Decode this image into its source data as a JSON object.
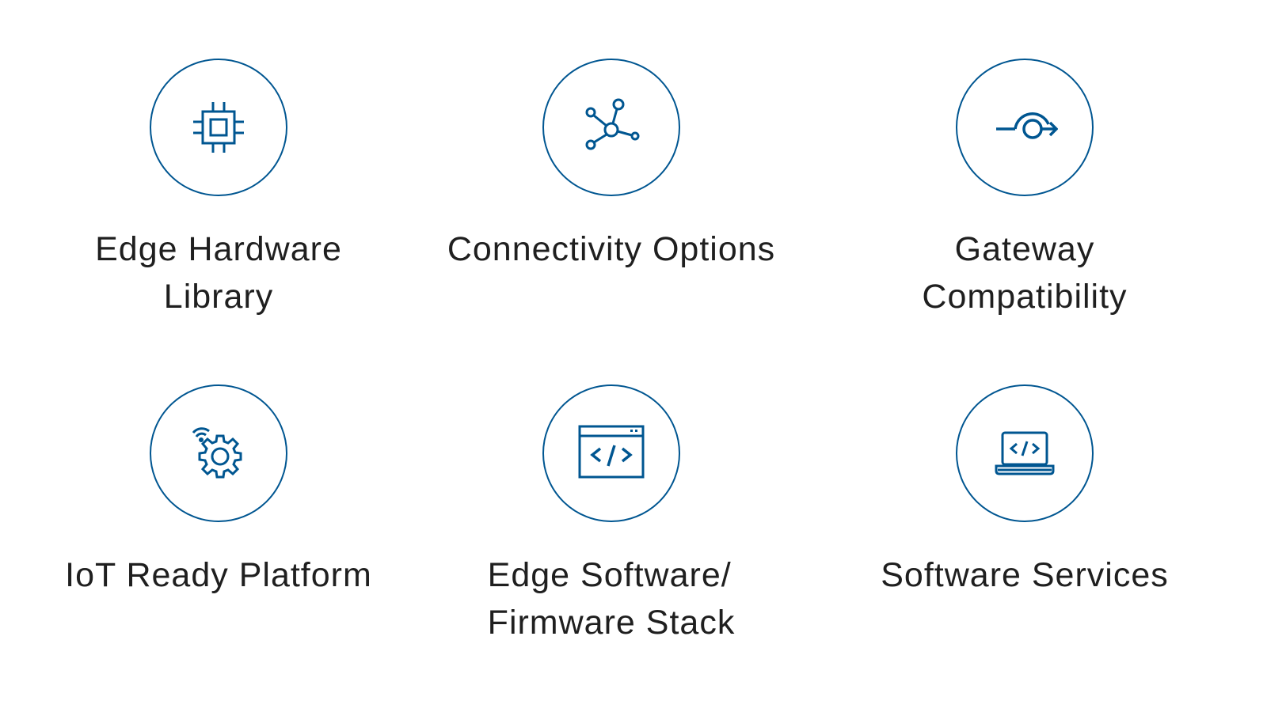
{
  "accent_color": "#005691",
  "features": [
    {
      "label": "Edge Hardware\nLibrary",
      "icon": "chip-icon"
    },
    {
      "label": "Connectivity Options",
      "icon": "network-nodes-icon"
    },
    {
      "label": "Gateway\nCompatibility",
      "icon": "gateway-arrow-icon"
    },
    {
      "label": "IoT Ready Platform",
      "icon": "wireless-gear-icon"
    },
    {
      "label": "Edge Software/\nFirmware Stack",
      "icon": "code-window-icon"
    },
    {
      "label": "Software Services",
      "icon": "code-laptop-icon"
    }
  ]
}
